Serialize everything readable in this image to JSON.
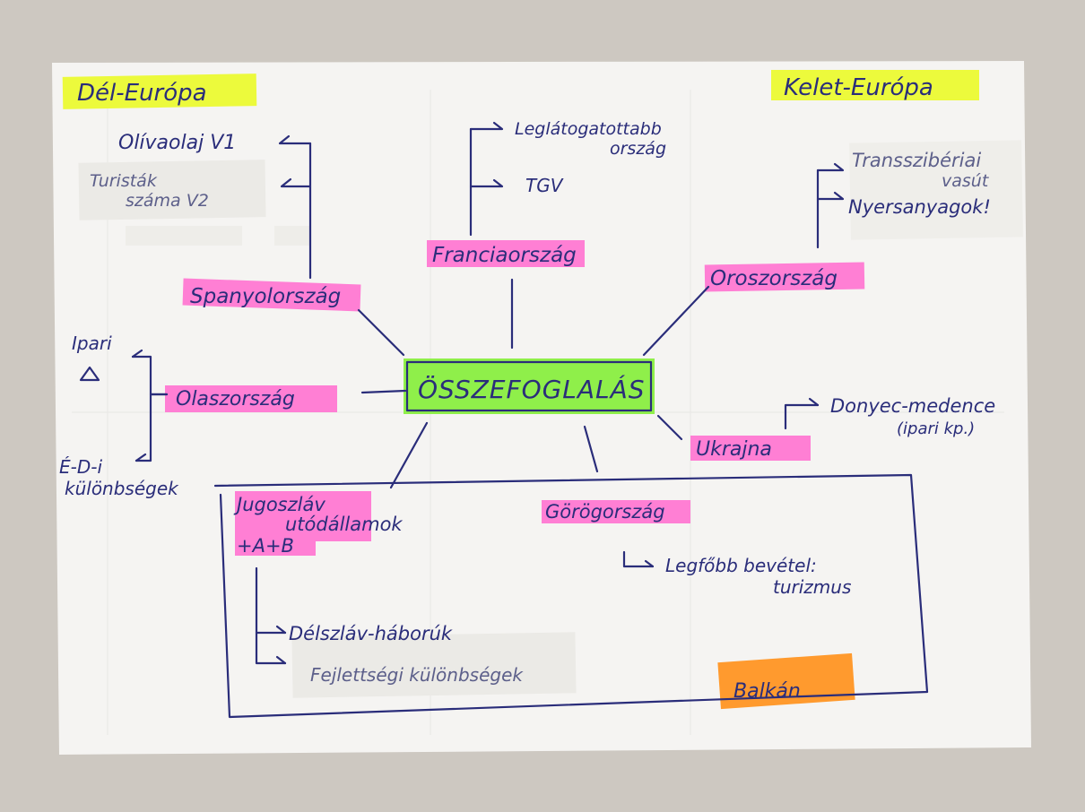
{
  "regions": {
    "south": "Dél-Európa",
    "east": "Kelet-Európa"
  },
  "center": "ÖSSZEFOGLALÁS",
  "countries": {
    "spain": "Spanyolország",
    "france": "Franciaország",
    "russia": "Oroszország",
    "italy": "Olaszország",
    "ukraine": "Ukrajna",
    "yugoslav": [
      "Jugoszláv",
      "utódállamok",
      "+A+B"
    ],
    "greece": "Görögország",
    "balkan": "Balkán"
  },
  "notes": {
    "olive_oil": "Olívaolaj V1",
    "tourists": [
      "Turisták",
      "száma V2"
    ],
    "most_visited": [
      "Leglátogatottabb",
      "ország"
    ],
    "tgv": "TGV",
    "transsib": [
      "Transszibériai",
      "vasút"
    ],
    "raw_materials": "Nyersanyagok!",
    "industrial": "Ipari",
    "north_south": [
      "É-D-i",
      "különbségek"
    ],
    "donets": [
      "Donyec-medence",
      "(ipari kp.)"
    ],
    "main_income": [
      "Legfőbb bevétel:",
      "turizmus"
    ],
    "south_slav": "Délszláv-háborúk",
    "development": "Fejlettségi különbségek"
  },
  "colors": {
    "paper": "#f5f4f2",
    "ink": "#2a2d7a",
    "pink": "#ff7fd4",
    "yellow": "#ecfa3c",
    "green": "#8fef4a",
    "orange": "#ff9a2e",
    "sticky": "#ebeae6"
  }
}
